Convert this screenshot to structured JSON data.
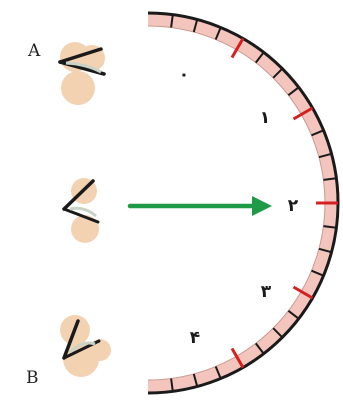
{
  "labels": {
    "point_a": "A",
    "point_b": "B"
  },
  "scale": {
    "numbers": [
      "۰",
      "۱",
      "۲",
      "۳",
      "۴"
    ]
  },
  "colors": {
    "background": "#ffffff",
    "scale_band": "#f3c5bc",
    "scale_outline": "#1a1a1a",
    "tick_minor": "#1a1a1a",
    "tick_major": "#d42020",
    "arrow": "#1f9a46",
    "blob": "#f3d2b2",
    "shape_dark": "#1a1a1a",
    "shape_light": "#c9d3c8"
  },
  "icons": {
    "angle_figure": "angle-figure-icon"
  }
}
